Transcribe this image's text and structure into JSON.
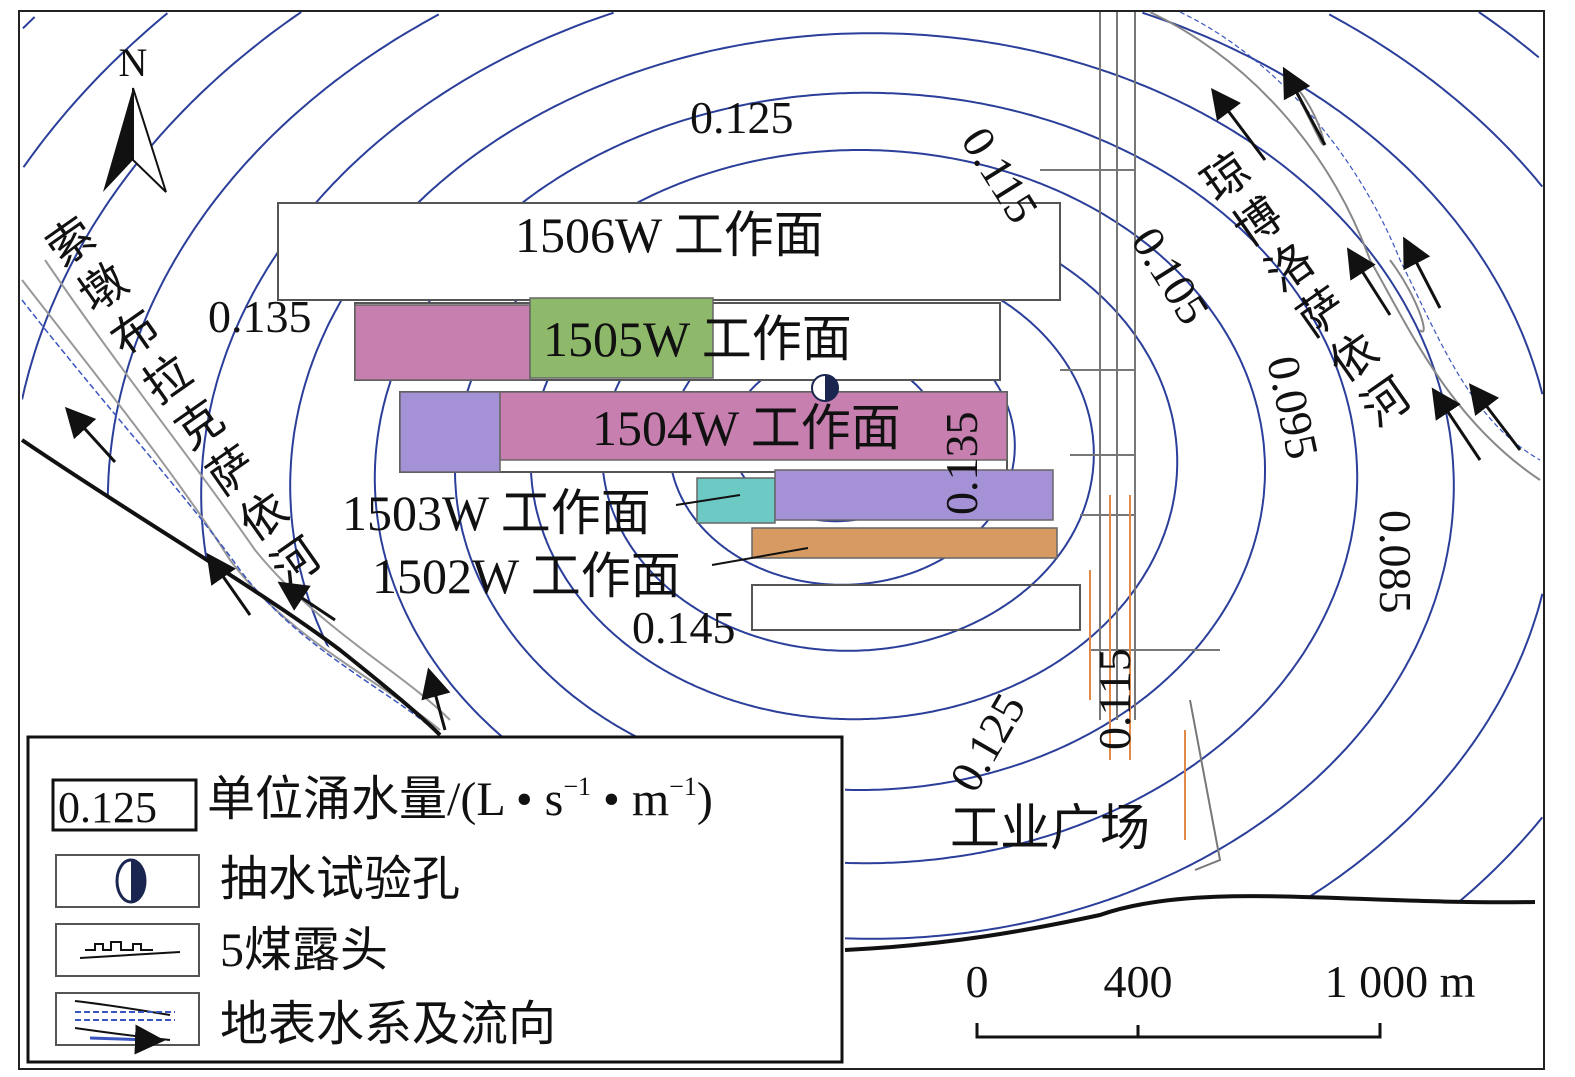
{
  "map": {
    "north_label": "N",
    "workfaces": [
      {
        "name": "1506W 工作面"
      },
      {
        "name": "1505W 工作面"
      },
      {
        "name": "1504W 工作面"
      },
      {
        "name": "1503W 工作面"
      },
      {
        "name": "1502W 工作面"
      }
    ],
    "contour_labels": [
      "0.125",
      "0.115",
      "0.105",
      "0.095",
      "0.085",
      "0.135",
      "0.135",
      "0.145",
      "0.115",
      "0.125"
    ],
    "rivers": {
      "west": [
        "索",
        "墩",
        "布",
        "拉",
        "克",
        "萨",
        "依",
        "河"
      ],
      "east": [
        "琼",
        "博",
        "洛",
        "萨",
        "依",
        "河"
      ]
    },
    "industrial_site": "工业广场",
    "colors": {
      "contour": "#2b3f9a",
      "pink": "#c77fb0",
      "green": "#8fb96a",
      "lavender": "#a591d6",
      "teal": "#6cc9c4",
      "orange": "#d79a63"
    }
  },
  "legend": {
    "sample_value": "0.125",
    "items": [
      {
        "label": "单位涌水量/(L • s",
        "sup1": "−1",
        "mid": " • m",
        "sup2": "−1",
        "end": ")"
      },
      {
        "label": "抽水试验孔"
      },
      {
        "label": "5煤露头"
      },
      {
        "label": "地表水系及流向"
      }
    ]
  },
  "scale_bar": {
    "ticks": [
      "0",
      "400",
      "1 000 m"
    ]
  }
}
